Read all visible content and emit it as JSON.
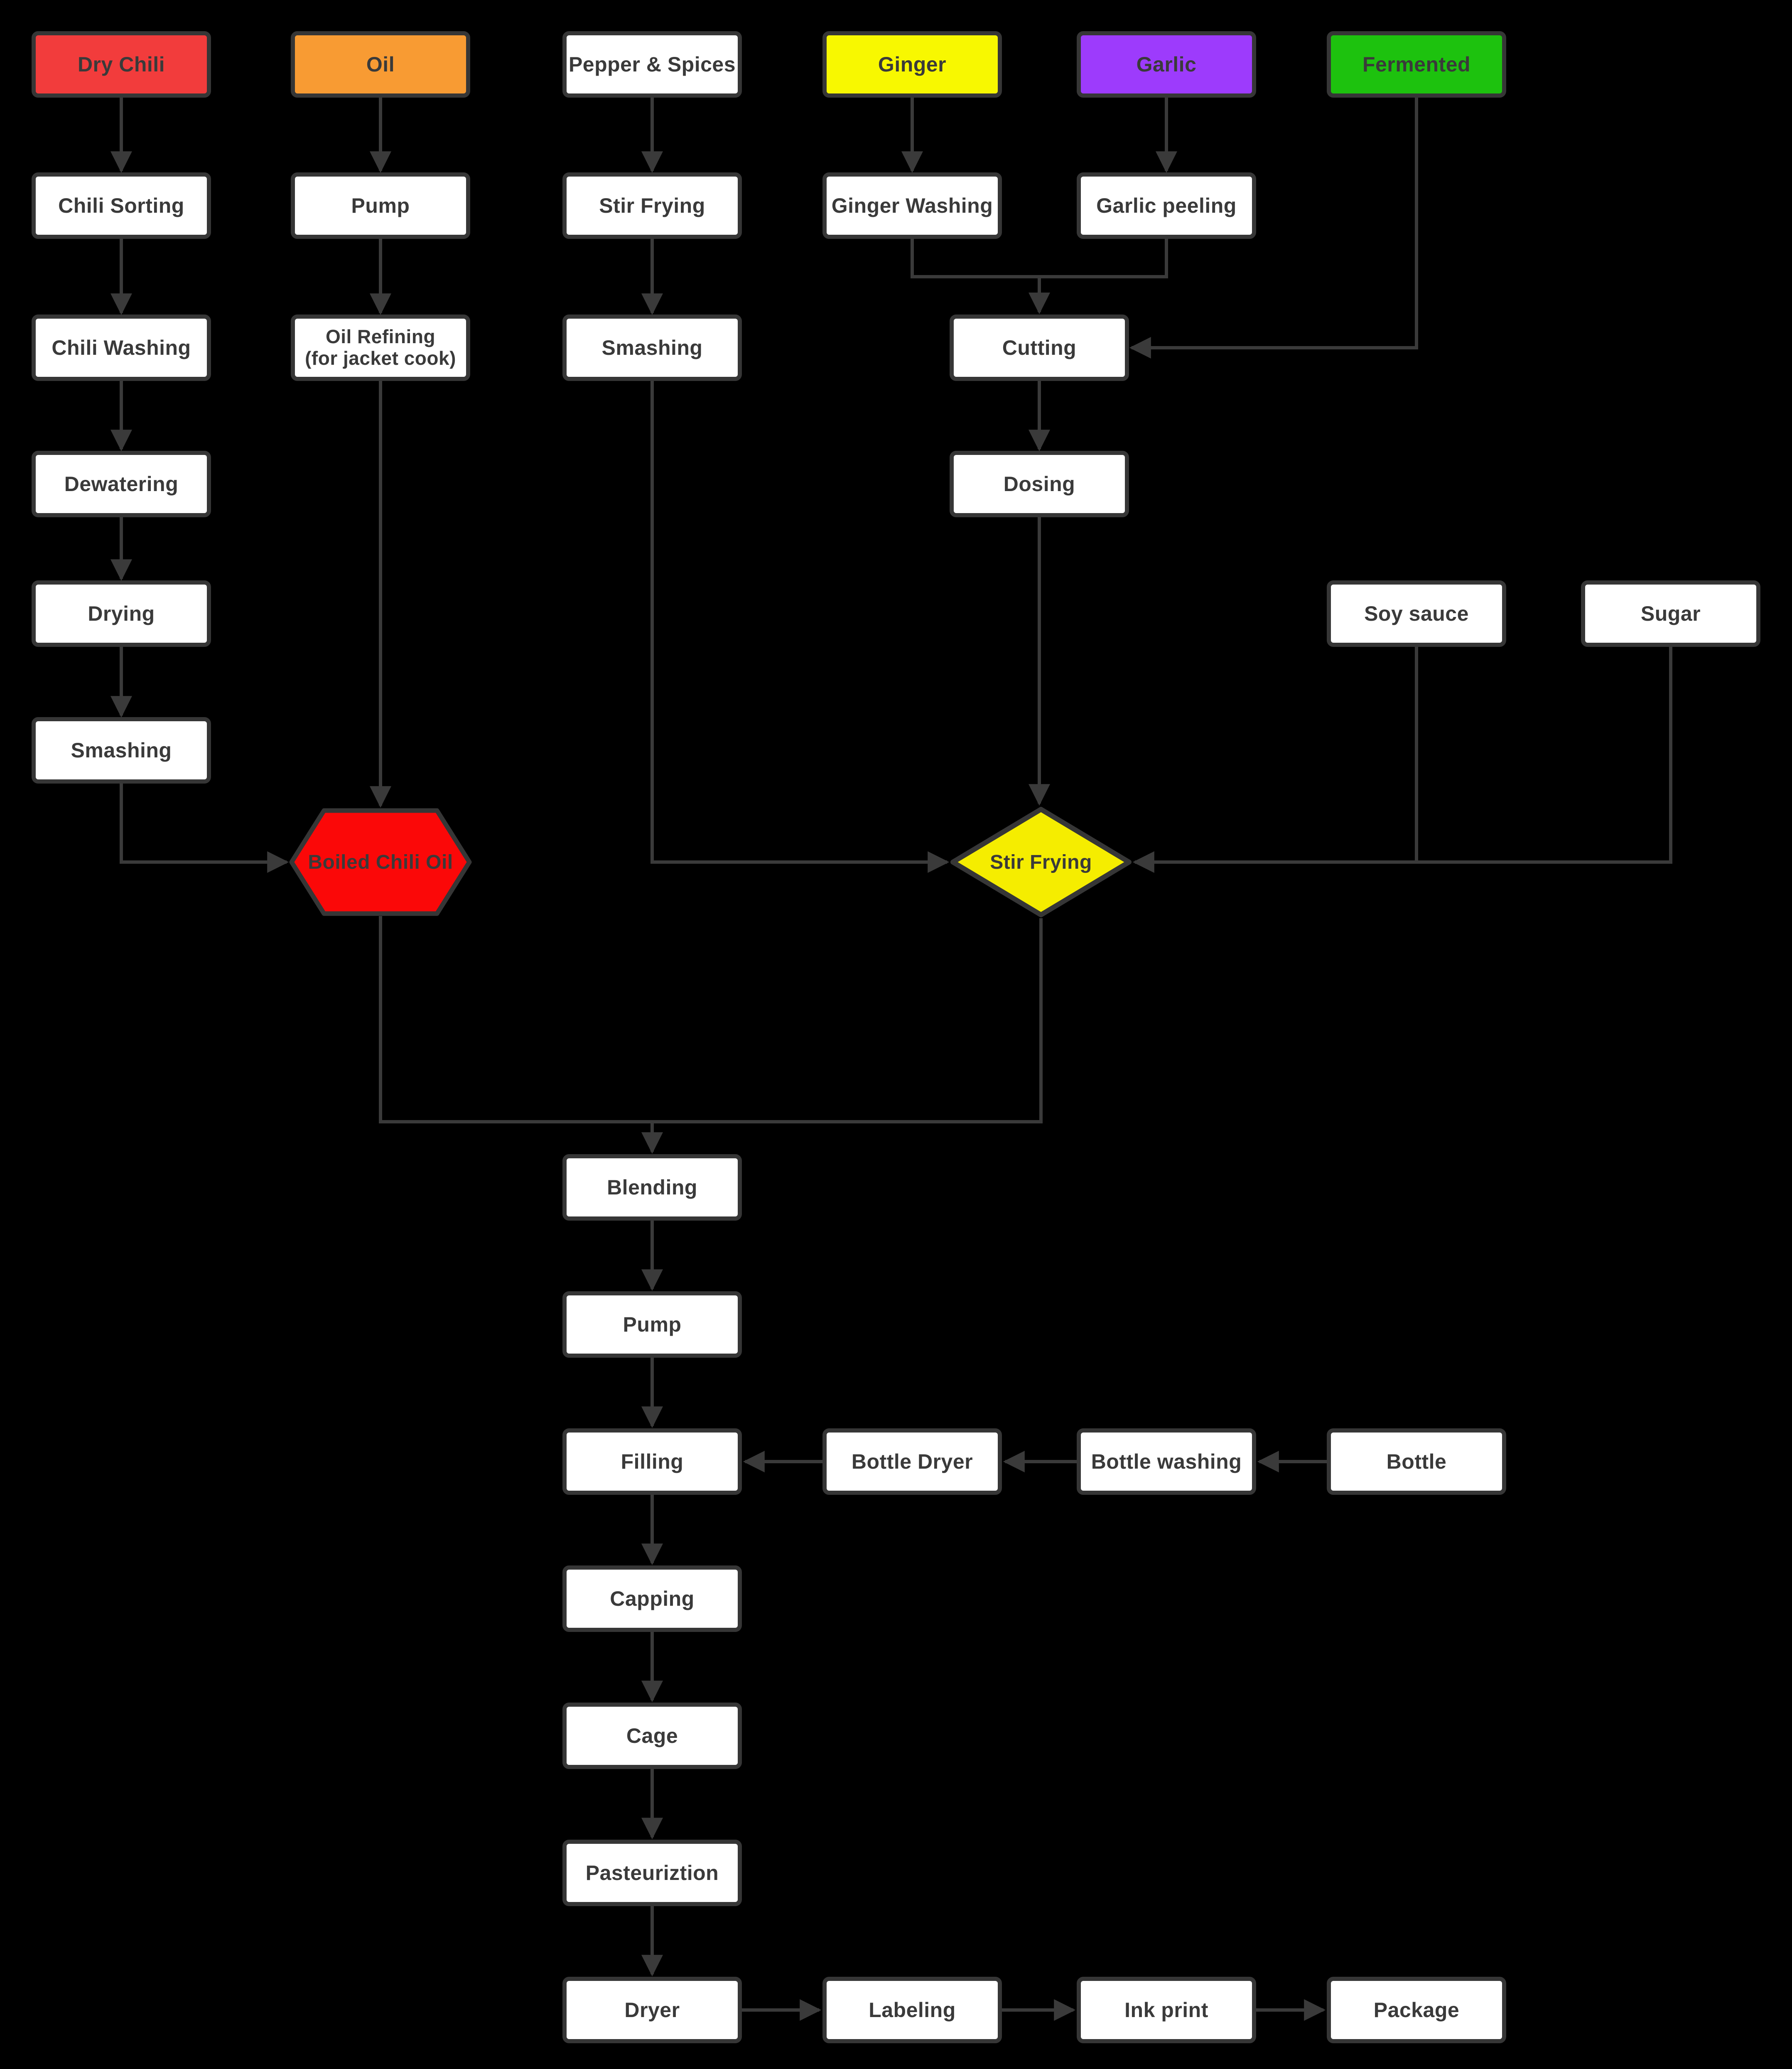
{
  "diagram": {
    "title_hint": "chili sauce production flowchart",
    "colors": {
      "background": "#000000",
      "connector": "#3a3a3a",
      "box_border": "#363636",
      "box_fill": "#ffffff",
      "text": "#3a3a3a"
    },
    "nodes": {
      "dry_chili": {
        "label": "Dry Chili",
        "color": "#f23c3c",
        "shape": "rect"
      },
      "oil": {
        "label": "Oil",
        "color": "#f89b33",
        "shape": "rect"
      },
      "pepper_spices": {
        "label": "Pepper & Spices",
        "color": "#ffffff",
        "shape": "rect"
      },
      "ginger": {
        "label": "Ginger",
        "color": "#f8f800",
        "shape": "rect"
      },
      "garlic": {
        "label": "Garlic",
        "color": "#9d3bfc",
        "shape": "rect"
      },
      "fermented": {
        "label": "Fermented",
        "color": "#1dc20e",
        "shape": "rect"
      },
      "chili_sorting": {
        "label": "Chili Sorting"
      },
      "pump_oil": {
        "label": "Pump"
      },
      "stir_frying_pepper": {
        "label": "Stir Frying"
      },
      "ginger_washing": {
        "label": "Ginger Washing"
      },
      "garlic_peeling": {
        "label": "Garlic peeling"
      },
      "chili_washing": {
        "label": "Chili Washing"
      },
      "oil_refining": {
        "label": "Oil Refining\n(for jacket cook)"
      },
      "smashing_pepper": {
        "label": "Smashing"
      },
      "cutting": {
        "label": "Cutting"
      },
      "dewatering": {
        "label": "Dewatering"
      },
      "dosing": {
        "label": "Dosing"
      },
      "drying": {
        "label": "Drying"
      },
      "soy_sauce": {
        "label": "Soy sauce"
      },
      "sugar": {
        "label": "Sugar"
      },
      "smashing_chili": {
        "label": "Smashing"
      },
      "boiled_chili_oil": {
        "label": "Boiled Chili Oil",
        "color": "#fb0808",
        "shape": "hexagon"
      },
      "stir_frying_main": {
        "label": "Stir Frying",
        "color": "#f5ed00",
        "shape": "diamond"
      },
      "blending": {
        "label": "Blending"
      },
      "pump_main": {
        "label": "Pump"
      },
      "filling": {
        "label": "Filling"
      },
      "capping": {
        "label": "Capping"
      },
      "cage": {
        "label": "Cage"
      },
      "pasteuriztion": {
        "label": "Pasteuriztion"
      },
      "dryer": {
        "label": "Dryer"
      },
      "bottle_dryer": {
        "label": "Bottle Dryer"
      },
      "bottle_washing": {
        "label": "Bottle washing"
      },
      "bottle": {
        "label": "Bottle"
      },
      "labeling": {
        "label": "Labeling"
      },
      "ink_print": {
        "label": "Ink print"
      },
      "package": {
        "label": "Package"
      }
    },
    "edges": [
      {
        "from": "dry_chili",
        "to": "chili_sorting"
      },
      {
        "from": "chili_sorting",
        "to": "chili_washing"
      },
      {
        "from": "chili_washing",
        "to": "dewatering"
      },
      {
        "from": "dewatering",
        "to": "drying"
      },
      {
        "from": "drying",
        "to": "smashing_chili"
      },
      {
        "from": "smashing_chili",
        "to": "boiled_chili_oil"
      },
      {
        "from": "oil",
        "to": "pump_oil"
      },
      {
        "from": "pump_oil",
        "to": "oil_refining"
      },
      {
        "from": "oil_refining",
        "to": "boiled_chili_oil"
      },
      {
        "from": "pepper_spices",
        "to": "stir_frying_pepper"
      },
      {
        "from": "stir_frying_pepper",
        "to": "smashing_pepper"
      },
      {
        "from": "smashing_pepper",
        "to": "stir_frying_main"
      },
      {
        "from": "ginger",
        "to": "ginger_washing"
      },
      {
        "from": "garlic",
        "to": "garlic_peeling"
      },
      {
        "from": "ginger_washing",
        "to": "cutting"
      },
      {
        "from": "garlic_peeling",
        "to": "cutting"
      },
      {
        "from": "fermented",
        "to": "cutting"
      },
      {
        "from": "cutting",
        "to": "dosing"
      },
      {
        "from": "dosing",
        "to": "stir_frying_main"
      },
      {
        "from": "soy_sauce",
        "to": "stir_frying_main"
      },
      {
        "from": "sugar",
        "to": "stir_frying_main"
      },
      {
        "from": "boiled_chili_oil",
        "to": "blending"
      },
      {
        "from": "stir_frying_main",
        "to": "blending"
      },
      {
        "from": "blending",
        "to": "pump_main"
      },
      {
        "from": "pump_main",
        "to": "filling"
      },
      {
        "from": "bottle",
        "to": "bottle_washing"
      },
      {
        "from": "bottle_washing",
        "to": "bottle_dryer"
      },
      {
        "from": "bottle_dryer",
        "to": "filling"
      },
      {
        "from": "filling",
        "to": "capping"
      },
      {
        "from": "capping",
        "to": "cage"
      },
      {
        "from": "cage",
        "to": "pasteuriztion"
      },
      {
        "from": "pasteuriztion",
        "to": "dryer"
      },
      {
        "from": "dryer",
        "to": "labeling"
      },
      {
        "from": "labeling",
        "to": "ink_print"
      },
      {
        "from": "ink_print",
        "to": "package"
      }
    ]
  }
}
